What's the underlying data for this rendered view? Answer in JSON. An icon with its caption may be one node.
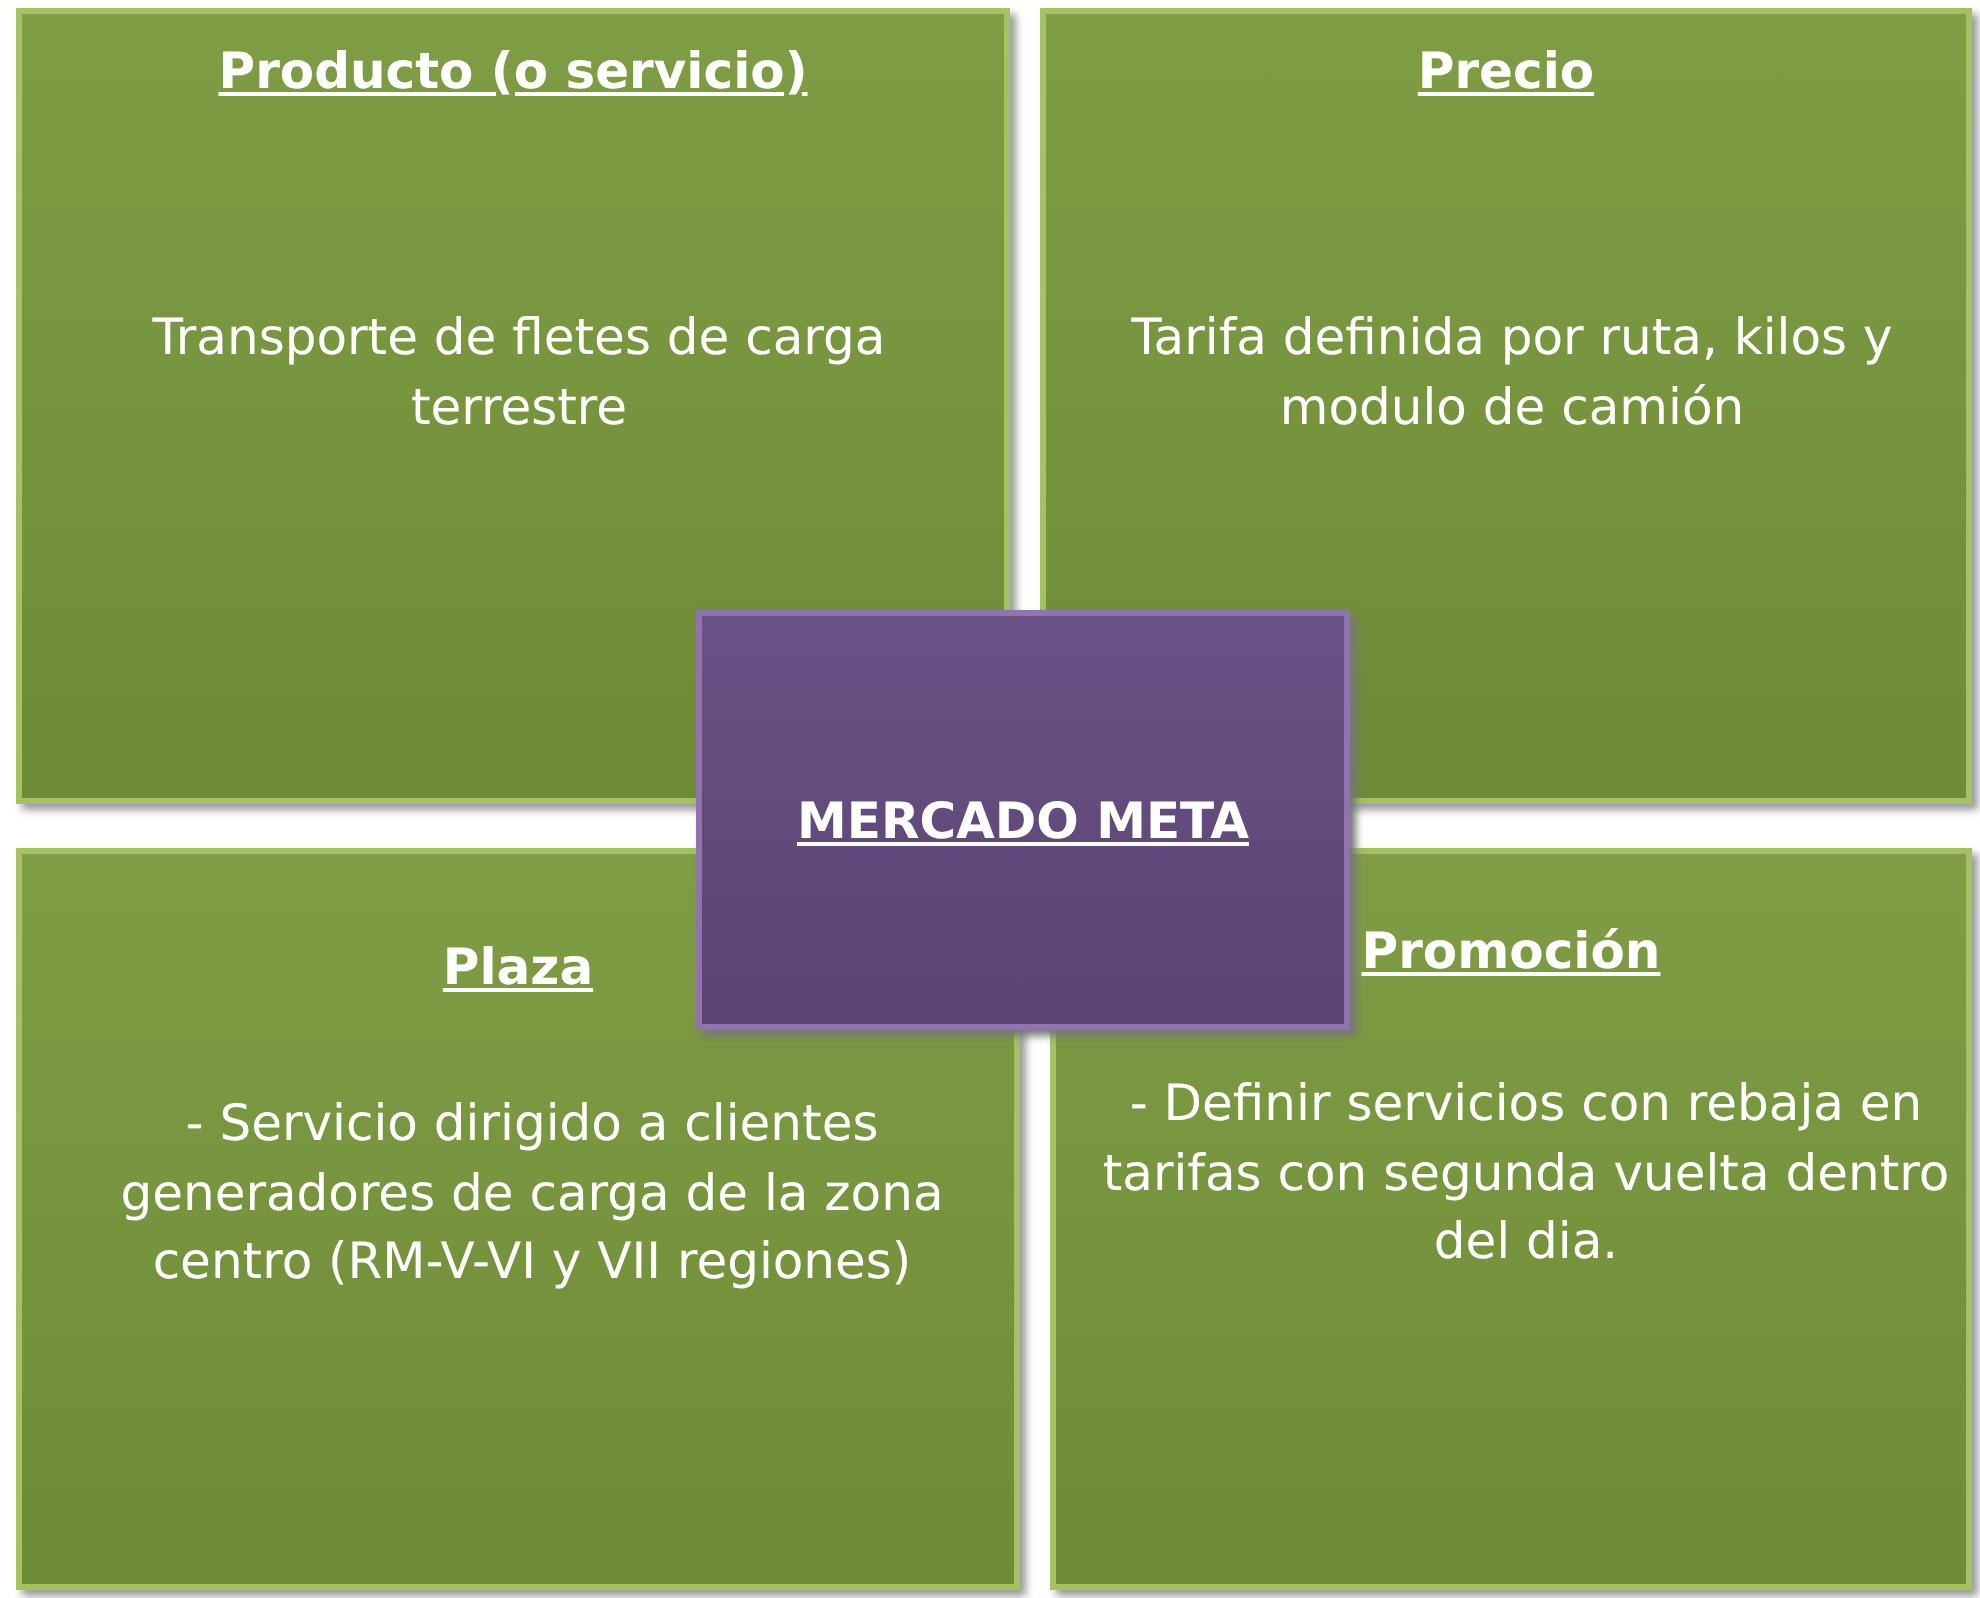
{
  "diagram": {
    "nodes": [
      {
        "text": [
          "Producto (o servicio)",
          "Transporte de fletes de carga terrestre"
        ]
      },
      {
        "text": [
          "Precio",
          "Tarifa definida por ruta, kilos y modulo de camión"
        ]
      },
      {
        "text": [
          "MERCADO META"
        ]
      },
      {
        "text": [
          "Plaza",
          "- Servicio dirigido a clientes generadores de carga de la zona centro (RM-V-VI y VII regiones)"
        ]
      },
      {
        "text": [
          "Promoción",
          "- Definir servicios con rebaja en tarifas con segunda vuelta dentro del dia."
        ]
      }
    ]
  }
}
